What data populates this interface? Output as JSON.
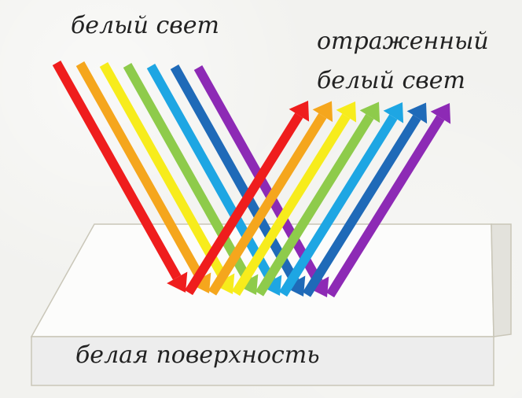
{
  "labels": {
    "incident": "белый свет",
    "reflected_line1": "отраженный",
    "reflected_line2": "белый свет",
    "surface": "белая поверхность"
  },
  "spectrum_colors": [
    "#ef1d1d",
    "#f5a61d",
    "#f7ec1c",
    "#8ecb4b",
    "#1ea6e3",
    "#1f6ab8",
    "#8d2ab5"
  ],
  "surface_colors": {
    "top": "#fcfcfb",
    "front": "#ededed",
    "edge": "#c9c6b8"
  }
}
